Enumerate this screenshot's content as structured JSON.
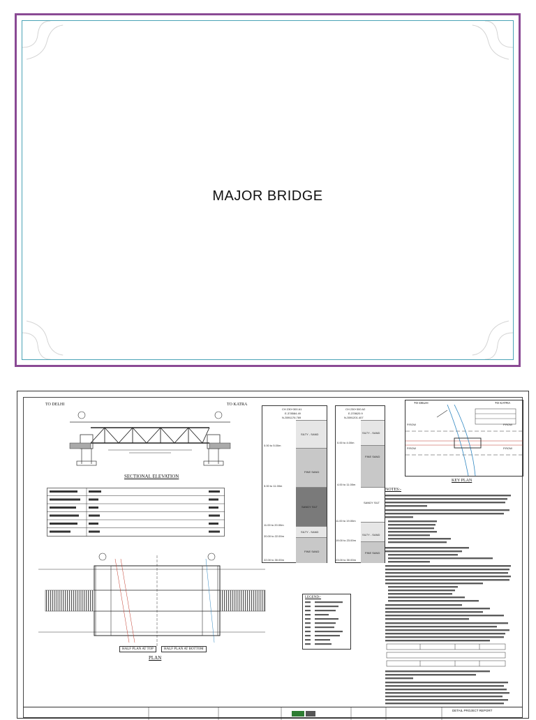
{
  "cover": {
    "title": "MAJOR BRIDGE"
  },
  "drawing": {
    "to_delhi_left": "TO DELHI",
    "to_katra_left": "TO KATRA",
    "to_delhi_key": "TO DELHI",
    "to_katra_key": "TO KATRA",
    "sectional_elevation": "SECTIONAL ELEVATION",
    "half_plan_top": "HALF PLAN AT TOP",
    "half_plan_bottom": "HALF PLAN AT BOTTOM",
    "plan": "PLAN",
    "key_plan": "KEY PLAN",
    "notes": "NOTES:-",
    "legend": "LEGEND:-",
    "bore1": {
      "header": [
        "CH 230+300 A1",
        "E-378584.49",
        "N-3591176.769"
      ],
      "layers": [
        {
          "label": "SILTY - SAND",
          "depth": "0.00 to 5.00m"
        },
        {
          "label": "FINE SAND",
          "depth": "5.00 to 11.00m"
        },
        {
          "label": "SANDY SILT",
          "depth": "11.00 to 20.00m"
        },
        {
          "label": "SILTY - SAND",
          "depth": "20.00 to 22.00m"
        },
        {
          "label": "FINE SAND",
          "depth": "22.00 to 30.00m"
        }
      ]
    },
    "bore2": {
      "header": [
        "CH 230+300 A2",
        "E-378620.9",
        "N-3591201.407"
      ],
      "layers": [
        {
          "label": "SILTY - SAND",
          "depth": "0.00 to 4.00m"
        },
        {
          "label": "FINE SAND",
          "depth": "4.00 to 11.00m"
        },
        {
          "label": "SANDY SILT",
          "depth": "11.00 to 19.00m"
        },
        {
          "label": "SILTY - SAND",
          "depth": "19.00 to 23.00m"
        },
        {
          "label": "FINE SAND",
          "depth": "23.00 to 30.00m"
        }
      ]
    },
    "key_prow_labels": [
      "P.ROW",
      "P.ROW",
      "P.ROW",
      "P.ROW"
    ],
    "title_block": {
      "project": "DETAIL PROJECT REPORT"
    }
  },
  "colors": {
    "cover_outer": "#8a4a94",
    "cover_inner": "#4aa3b6",
    "sandy_silt": "#7a7a7a",
    "fine_sand": "#c8c8c8",
    "silty_sand": "#e6e6e6"
  }
}
